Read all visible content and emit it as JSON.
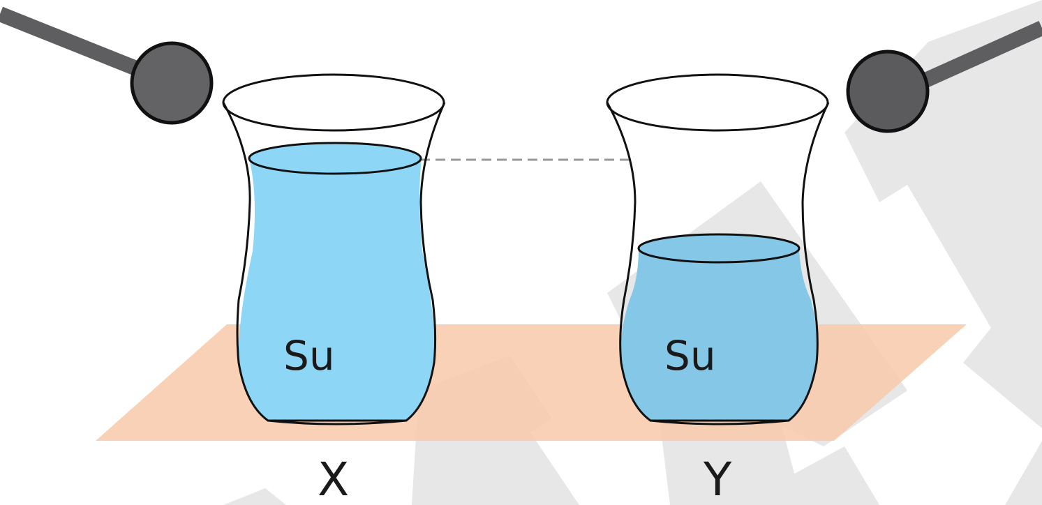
{
  "glasses": [
    {
      "id": "X",
      "liquid_label": "Su",
      "glass_label": "X",
      "liquid_color": "#8dd6f5"
    },
    {
      "id": "Y",
      "liquid_label": "Su",
      "glass_label": "Y",
      "liquid_color": "#8dd6f5"
    }
  ],
  "colors": {
    "table": "#f7c9aa",
    "watermark": "#e2e2e2",
    "lamp": "#5e5e60",
    "outline": "#111111",
    "level_line": "#999999"
  }
}
